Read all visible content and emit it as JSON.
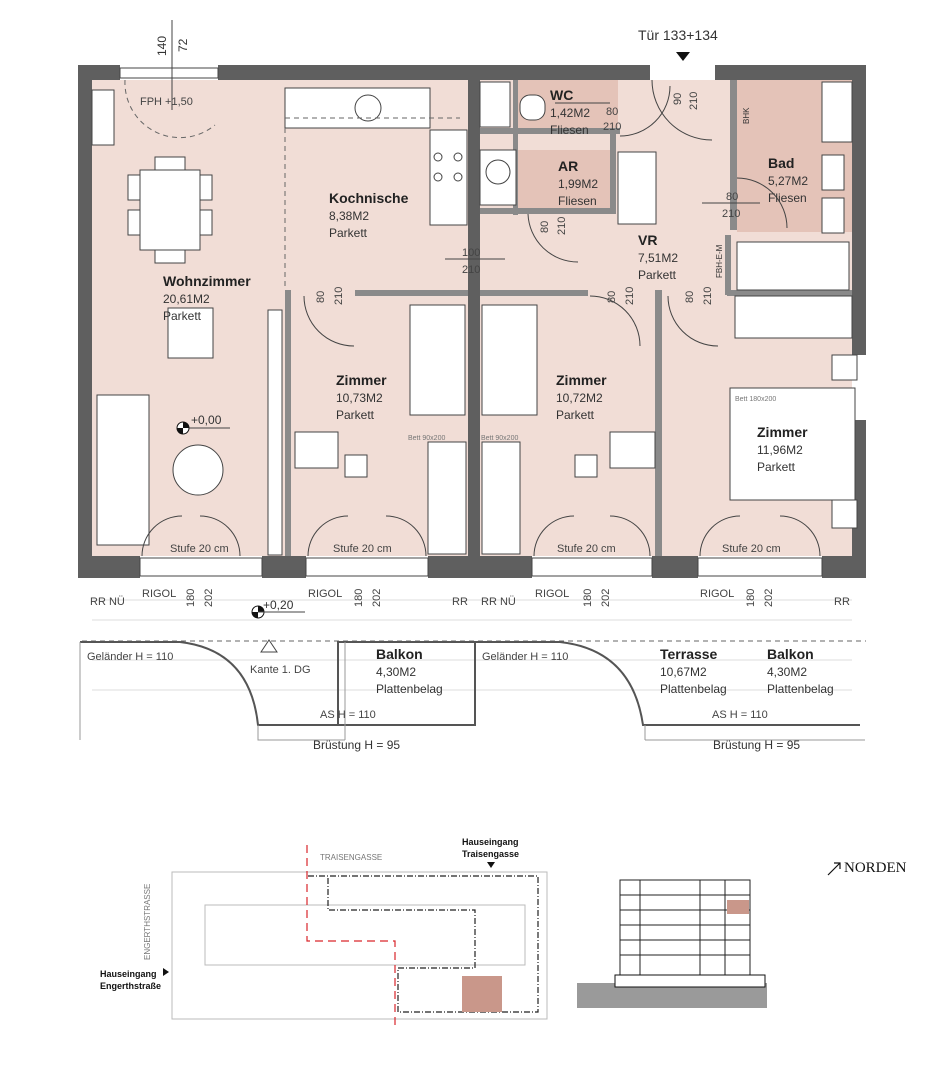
{
  "entrance": {
    "label": "Tür 133+134"
  },
  "window_dims": {
    "top": "140",
    "bottom": "72",
    "fph": "FPH +1,50"
  },
  "rooms": [
    {
      "name": "Wohnzimmer",
      "area": "20,61M2",
      "floor": "Parkett"
    },
    {
      "name": "Kochnische",
      "area": "8,38M2",
      "floor": "Parkett"
    },
    {
      "name": "WC",
      "area": "1,42M2",
      "floor": "Fliesen"
    },
    {
      "name": "AR",
      "area": "1,99M2",
      "floor": "Fliesen"
    },
    {
      "name": "Bad",
      "area": "5,27M2",
      "floor": "Fliesen"
    },
    {
      "name": "VR",
      "area": "7,51M2",
      "floor": "Parkett"
    },
    {
      "name": "Zimmer",
      "area": "10,73M2",
      "floor": "Parkett"
    },
    {
      "name": "Zimmer",
      "area": "10,72M2",
      "floor": "Parkett"
    },
    {
      "name": "Zimmer",
      "area": "11,96M2",
      "floor": "Parkett"
    },
    {
      "name": "Balkon",
      "area": "4,30M2",
      "floor": "Plattenbelag"
    },
    {
      "name": "Terrasse",
      "area": "10,67M2",
      "floor": "Plattenbelag"
    },
    {
      "name": "Balkon",
      "area": "4,30M2",
      "floor": "Plattenbelag"
    }
  ],
  "doors": {
    "d80": "80",
    "d90": "90",
    "d100": "100",
    "h210": "210"
  },
  "labels": {
    "bhk": "BHK",
    "fbh": "FBH-E-M",
    "bett_single": "Bett 90x200",
    "bett_double": "Bett 180x200",
    "stufe": "Stufe 20 cm",
    "level_0": "+0,00",
    "level_balcony": "+0,20",
    "rigol": "RIGOL",
    "w180": "180",
    "w202": "202",
    "rr_nu": "RR NÜ",
    "rr": "RR",
    "gelaender": "Geländer H = 110",
    "kante": "Kante 1. DG",
    "as_h": "AS H = 110",
    "bruestung": "Brüstung H = 95"
  },
  "site_plan": {
    "street_top": "TRAISENGASSE",
    "street_left": "ENGERTHSTRASSE",
    "entrance_top": [
      "Hauseingang",
      "Traisengasse"
    ],
    "entrance_left": [
      "Hauseingang",
      "Engerthstraße"
    ]
  },
  "north": {
    "label": "NORDEN",
    "icon": "arrow-northeast-icon"
  },
  "colors": {
    "room": "#f1ddd6",
    "wet_room": "#e4c3b8",
    "wall": "#5f5f5f",
    "highlight": "#c9978a",
    "section_line": "#d9262b"
  }
}
